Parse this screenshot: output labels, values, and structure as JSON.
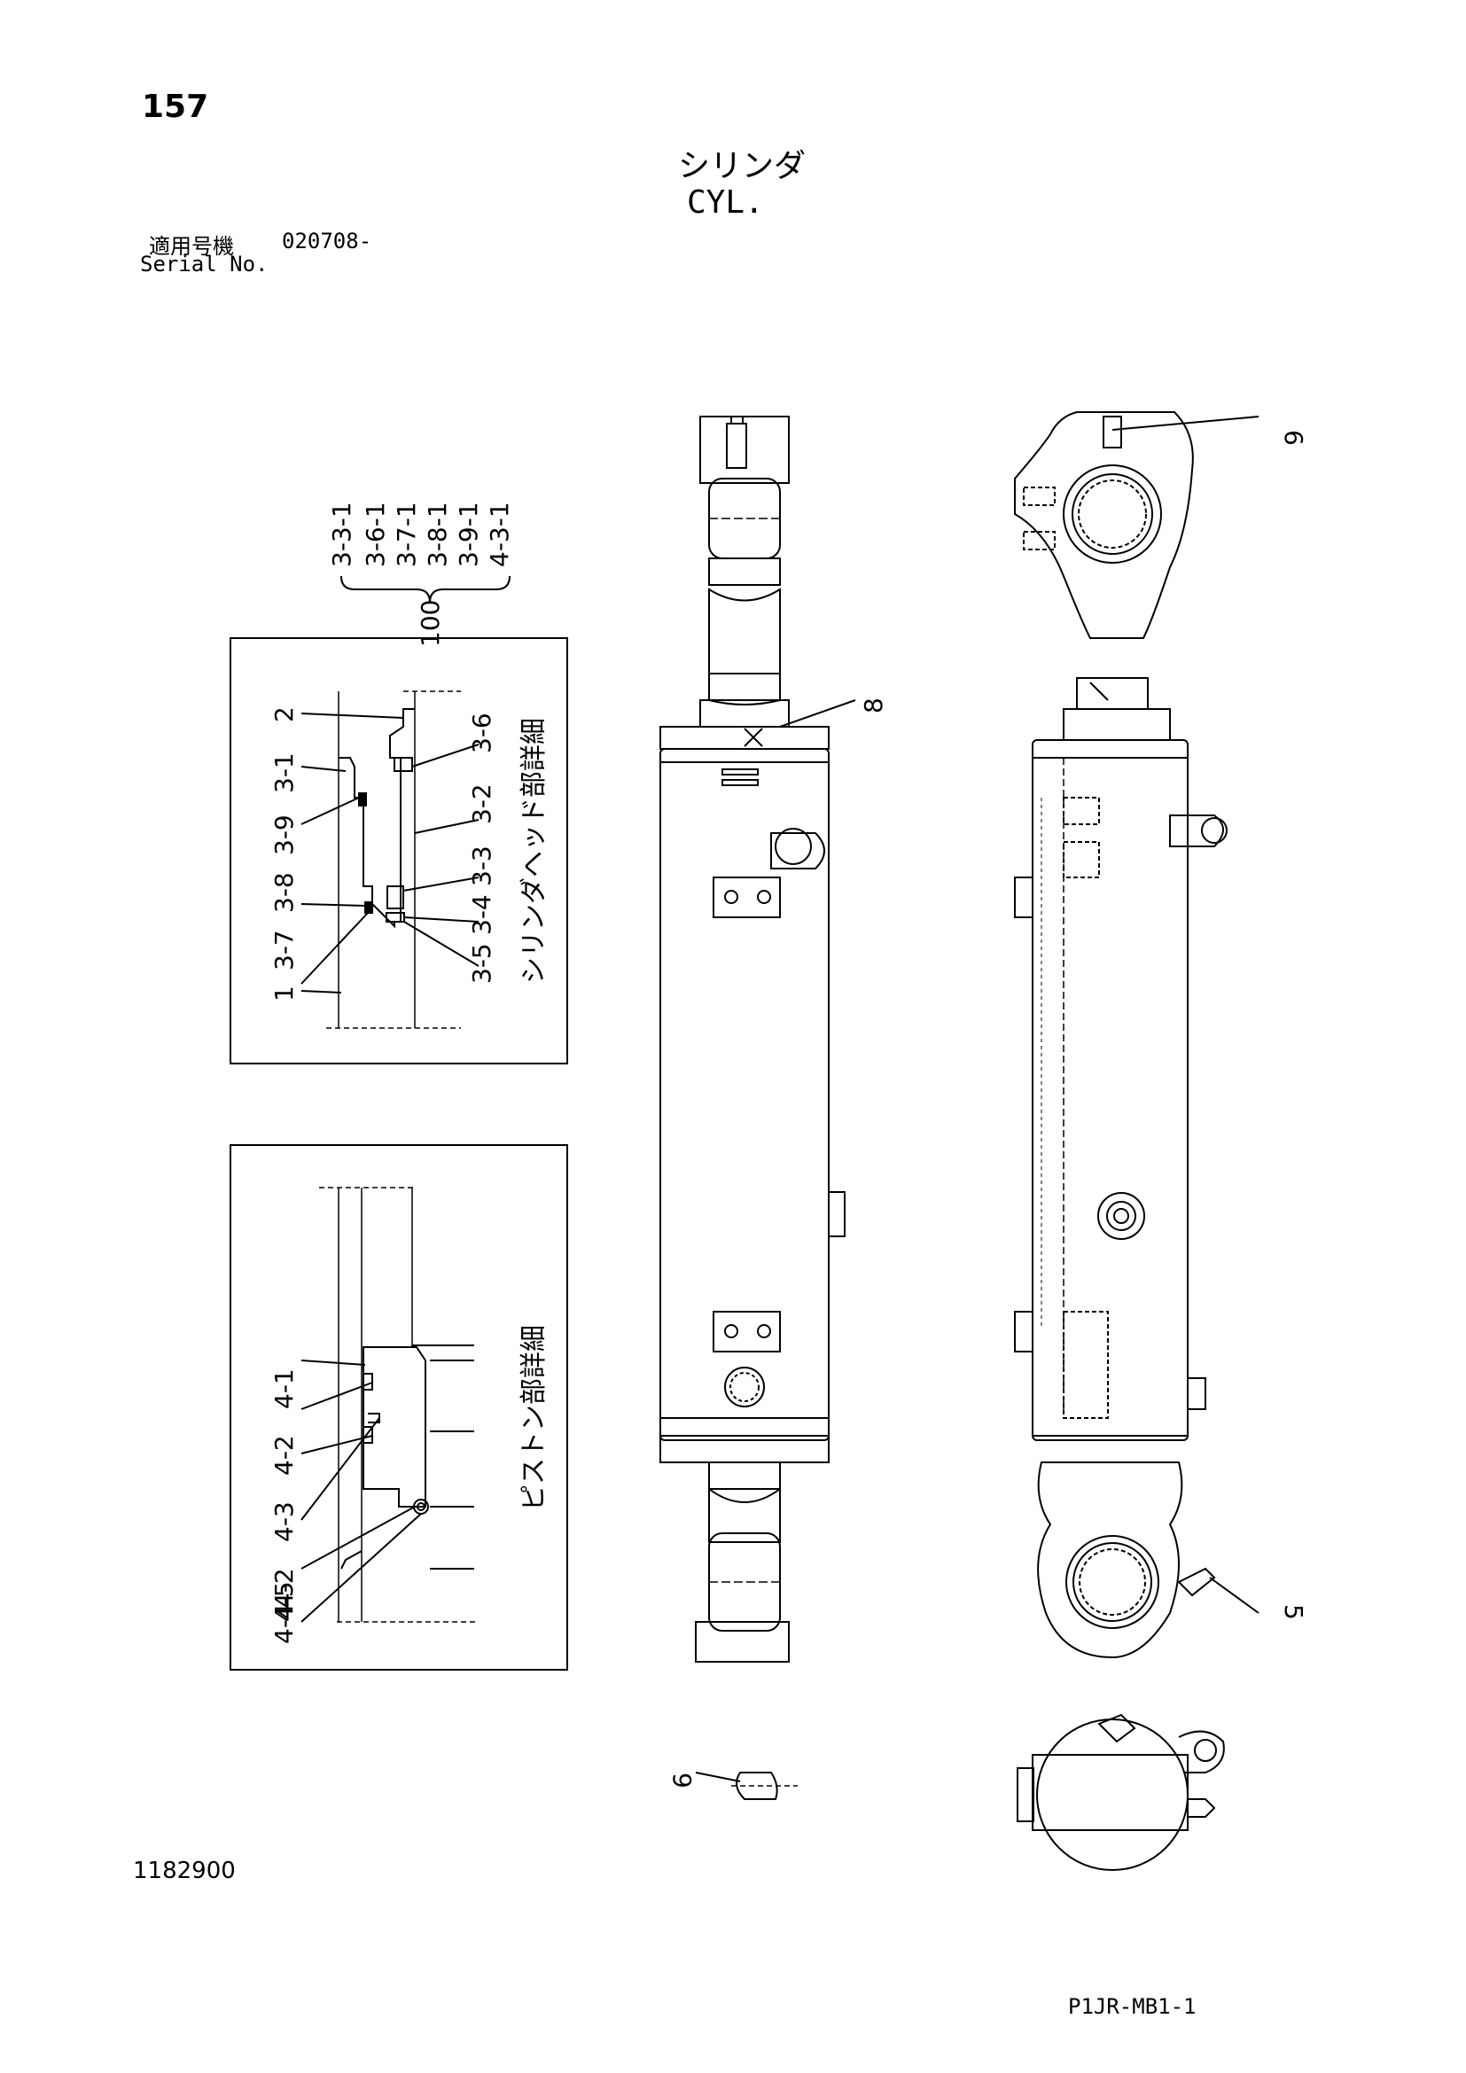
{
  "page_number": "157",
  "title_jp": "シリンダ",
  "title_en": "CYL.",
  "serial": {
    "label_jp": "適用号機",
    "label_en": "Serial No.",
    "value": "020708-"
  },
  "document_code": "1182900",
  "sheet_code": "P1JR-MB1-1",
  "kit": {
    "number": "100",
    "items": [
      "3-3-1",
      "3-6-1",
      "3-7-1",
      "3-8-1",
      "3-9-1",
      "4-3-1"
    ]
  },
  "head_detail": {
    "title": "シリンダヘッド部詳細",
    "left_labels": [
      "2",
      "3-1",
      "3-9",
      "3-8",
      "3-7",
      "1"
    ],
    "right_labels": [
      "3-6",
      "3-2",
      "3-3",
      "3-4",
      "3-5"
    ]
  },
  "piston_detail": {
    "title": "ピストン部詳細",
    "labels": [
      "4-1",
      "4-2",
      "4-3",
      "4-2",
      "4-5",
      "4-4"
    ]
  },
  "callouts": {
    "c8": "8",
    "c6": "6",
    "c5": "5",
    "c9": "9"
  }
}
